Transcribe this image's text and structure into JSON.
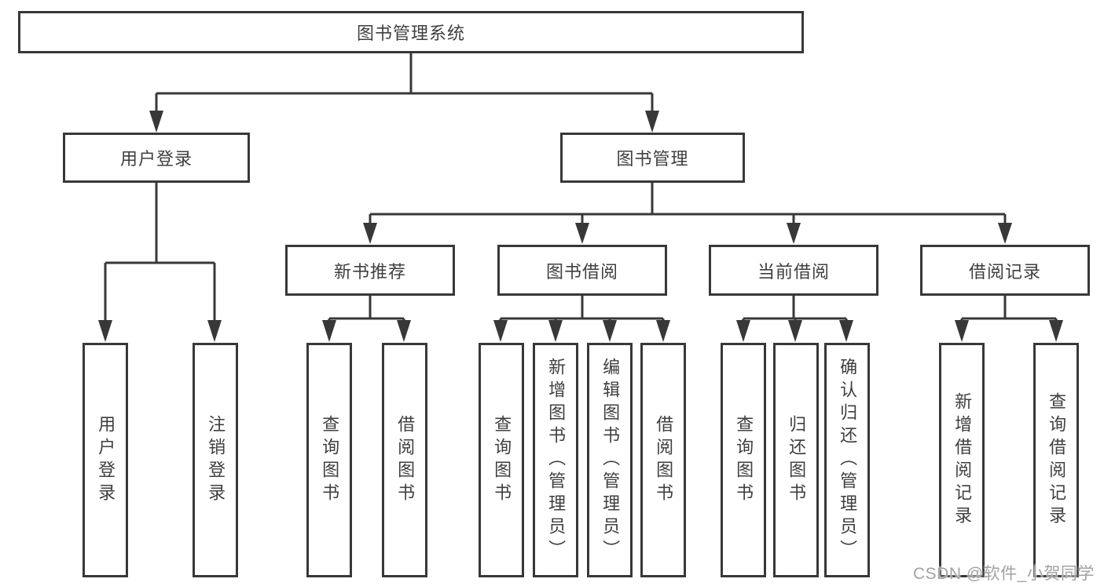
{
  "diagram": {
    "root": {
      "label": "图书管理系统"
    },
    "level2": [
      {
        "label": "用户登录"
      },
      {
        "label": "图书管理"
      }
    ],
    "level3": [
      {
        "label": "新书推荐"
      },
      {
        "label": "图书借阅"
      },
      {
        "label": "当前借阅"
      },
      {
        "label": "借阅记录"
      }
    ],
    "leaves": {
      "user_login": [
        "用户登录",
        "注销登录"
      ],
      "new_book": [
        "查询图书",
        "借阅图书"
      ],
      "borrow": [
        "查询图书",
        "新增图书（管理员）",
        "编辑图书（管理员）",
        "借阅图书"
      ],
      "current": [
        "查询图书",
        "归还图书",
        "确认归还（管理员）"
      ],
      "records": [
        "新增借阅记录",
        "查询借阅记录"
      ]
    }
  },
  "watermark": {
    "text": "CSDN @软件_小贺同学"
  },
  "colors": {
    "line": "#383838",
    "text": "#3f3f3f",
    "watermark": "#a2a2a2",
    "background": "#ffffff"
  }
}
